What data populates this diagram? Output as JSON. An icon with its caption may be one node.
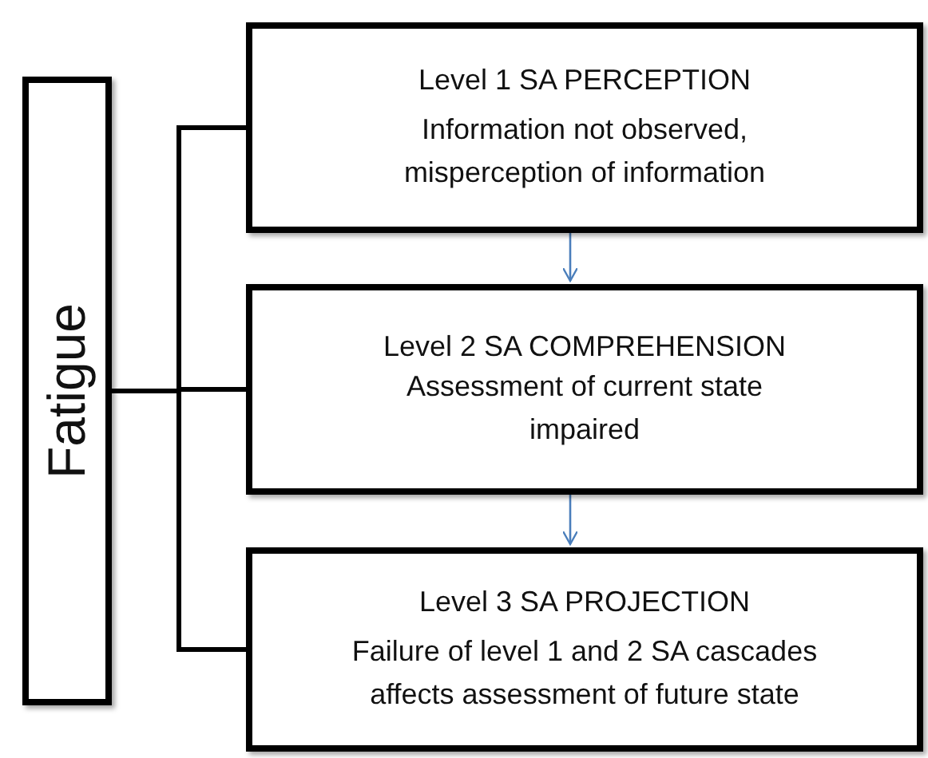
{
  "diagram": {
    "nodes": [
      {
        "text": [
          "Fatigue"
        ]
      },
      {
        "text": [
          "Level 1 SA PERCEPTION",
          "Information not observed, misperception of information"
        ]
      },
      {
        "text": [
          "Level 2 SA COMPREHENSION",
          "Assessment of current state impaired"
        ]
      },
      {
        "text": [
          "Level 3 SA PROJECTION",
          "Failure of level 1 and 2 SA cascades affects assessment of future state"
        ]
      }
    ],
    "edges": [
      {
        "from": 0,
        "to": 1,
        "arrow": "none"
      },
      {
        "from": 0,
        "to": 2,
        "arrow": "none"
      },
      {
        "from": 0,
        "to": 3,
        "arrow": "none"
      },
      {
        "from": 1,
        "to": 2,
        "arrow": "to",
        "color": "#4a7ebb"
      },
      {
        "from": 2,
        "to": 3,
        "arrow": "to",
        "color": "#4a7ebb"
      }
    ]
  }
}
